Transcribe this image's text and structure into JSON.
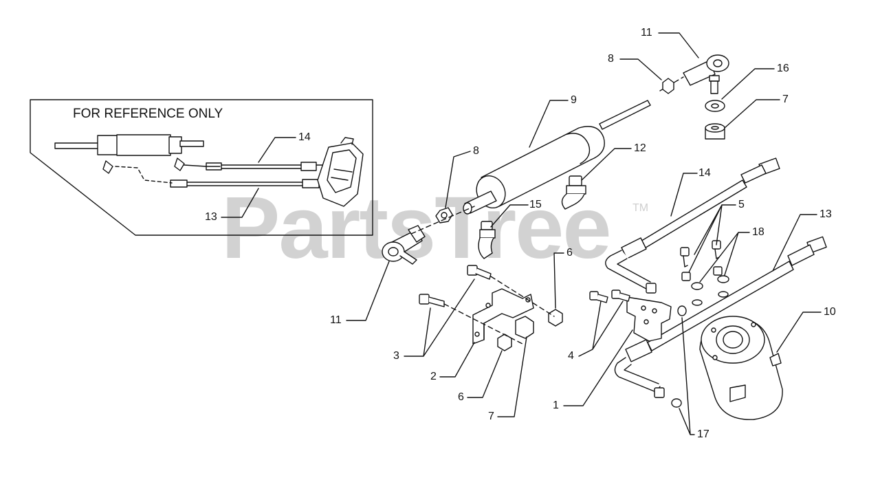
{
  "watermark": {
    "text": "PartsTree",
    "mark": "TM"
  },
  "reference_box": {
    "title": "FOR REFERENCE ONLY",
    "callouts": [
      "14",
      "13"
    ]
  },
  "callouts": {
    "c1": "1",
    "c2": "2",
    "c3": "3",
    "c4": "4",
    "c5": "5",
    "c6a": "6",
    "c6b": "6",
    "c7a": "7",
    "c7b": "7",
    "c8a": "8",
    "c8b": "8",
    "c9": "9",
    "c10": "10",
    "c11a": "11",
    "c11b": "11",
    "c12": "12",
    "c13": "13",
    "c14": "14",
    "c15": "15",
    "c16": "16",
    "c17": "17",
    "c18": "18"
  },
  "colors": {
    "line": "#111111",
    "watermark": "#d2d2d2",
    "background": "#ffffff"
  }
}
